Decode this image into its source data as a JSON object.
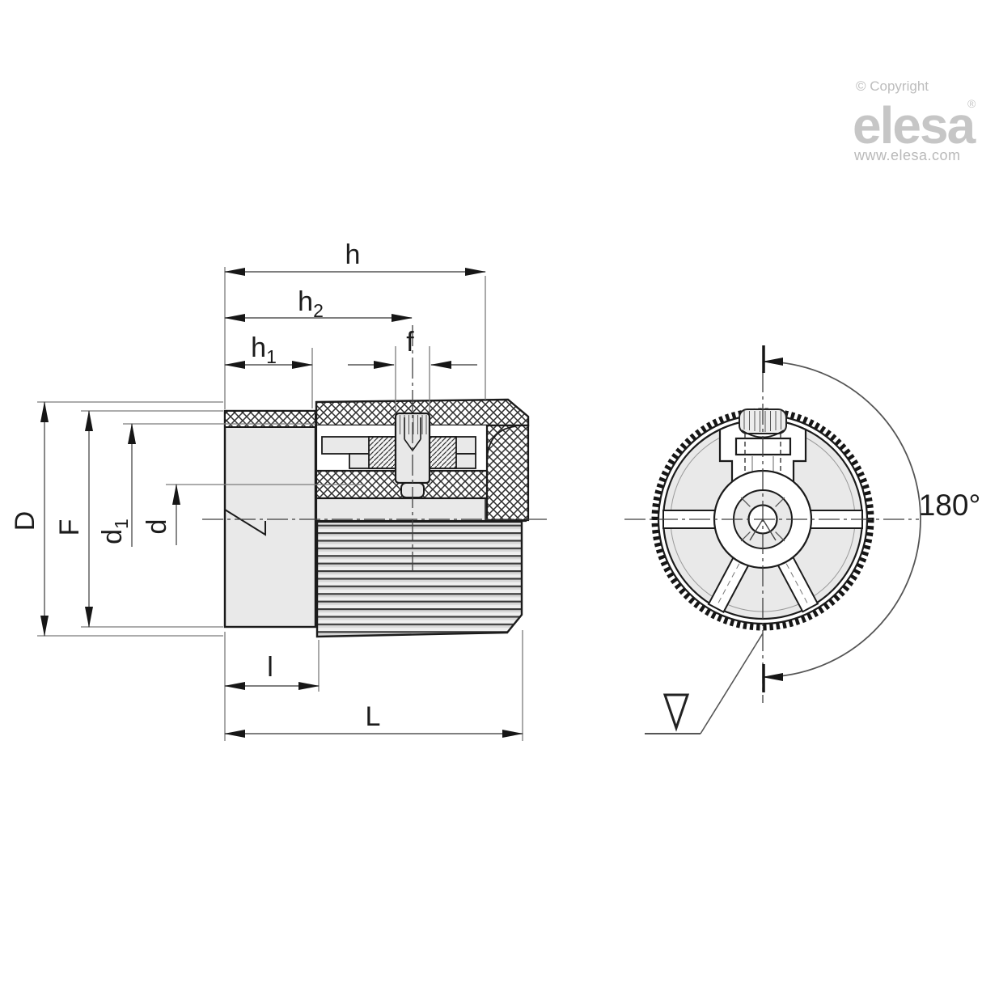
{
  "branding": {
    "copyright": "© Copyright",
    "logo_text": "elesa",
    "registered_mark": "®",
    "website": "www.elesa.com"
  },
  "section_view": {
    "dim_h": "h",
    "dim_h2_base": "h",
    "dim_h2_sub": "2",
    "dim_h1_base": "h",
    "dim_h1_sub": "1",
    "dim_f": "f",
    "dim_D": "D",
    "dim_F": "F",
    "dim_d1_base": "d",
    "dim_d1_sub": "1",
    "dim_d": "d",
    "dim_l": "l",
    "dim_L": "L"
  },
  "front_view": {
    "angle": "180°",
    "surface_finish_icon": "machined-surface-triangle"
  },
  "colors": {
    "line": "#1b1b1b",
    "dimension_line": "#555555",
    "extension_line": "#7b7b7b",
    "fill_light": "#e9e9e9",
    "fill_white": "#ffffff",
    "logo_gray": "#c6c6c6",
    "background": "#ffffff"
  }
}
